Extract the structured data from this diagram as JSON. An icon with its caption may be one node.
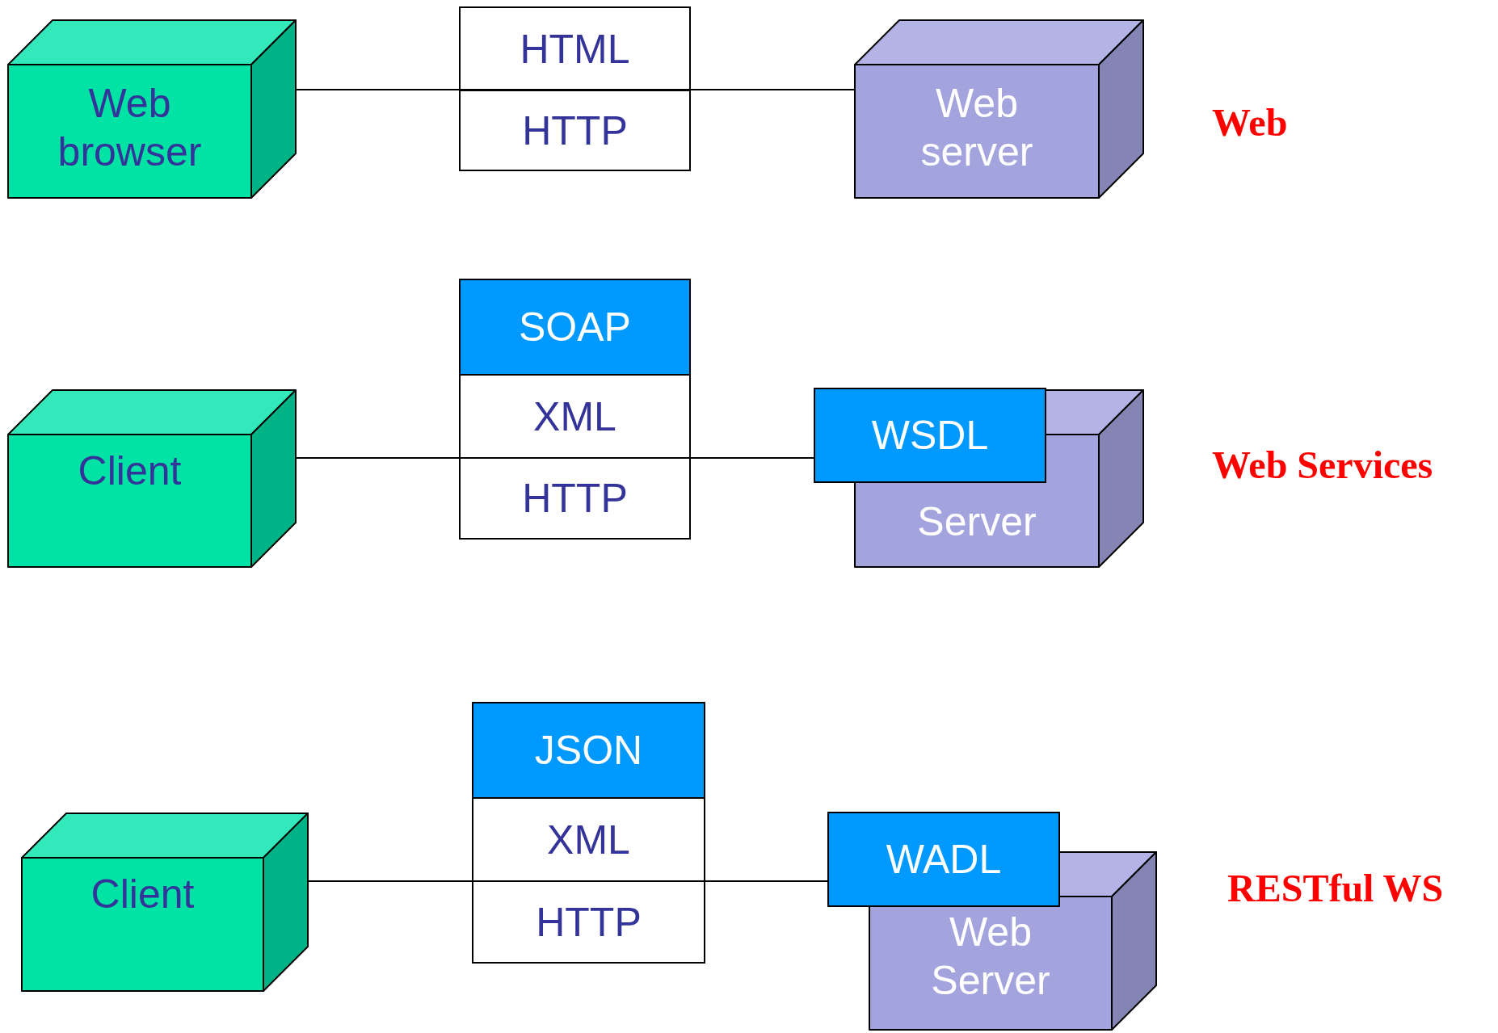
{
  "diagram": {
    "nodes": [
      {
        "text": [
          "Web browser"
        ]
      },
      {
        "text": [
          "HTML"
        ]
      },
      {
        "text": [
          "HTTP"
        ]
      },
      {
        "text": [
          "Web server"
        ]
      },
      {
        "text": [
          "Client"
        ]
      },
      {
        "text": [
          "SOAP"
        ]
      },
      {
        "text": [
          "XML"
        ]
      },
      {
        "text": [
          "HTTP"
        ]
      },
      {
        "text": [
          "WSDL"
        ]
      },
      {
        "text": [
          "Server"
        ]
      },
      {
        "text": [
          "Client"
        ]
      },
      {
        "text": [
          "JSON"
        ]
      },
      {
        "text": [
          "XML"
        ]
      },
      {
        "text": [
          "HTTP"
        ]
      },
      {
        "text": [
          "WADL"
        ]
      },
      {
        "text": [
          "Web Server"
        ]
      }
    ],
    "edges": [
      {
        "from": 0,
        "to": 3,
        "arrow": "none"
      },
      {
        "from": 4,
        "to": 8,
        "arrow": "none"
      },
      {
        "from": 10,
        "to": 14,
        "arrow": "none"
      }
    ],
    "labels": [
      "Web",
      "Web Services",
      "RESTful WS"
    ]
  }
}
